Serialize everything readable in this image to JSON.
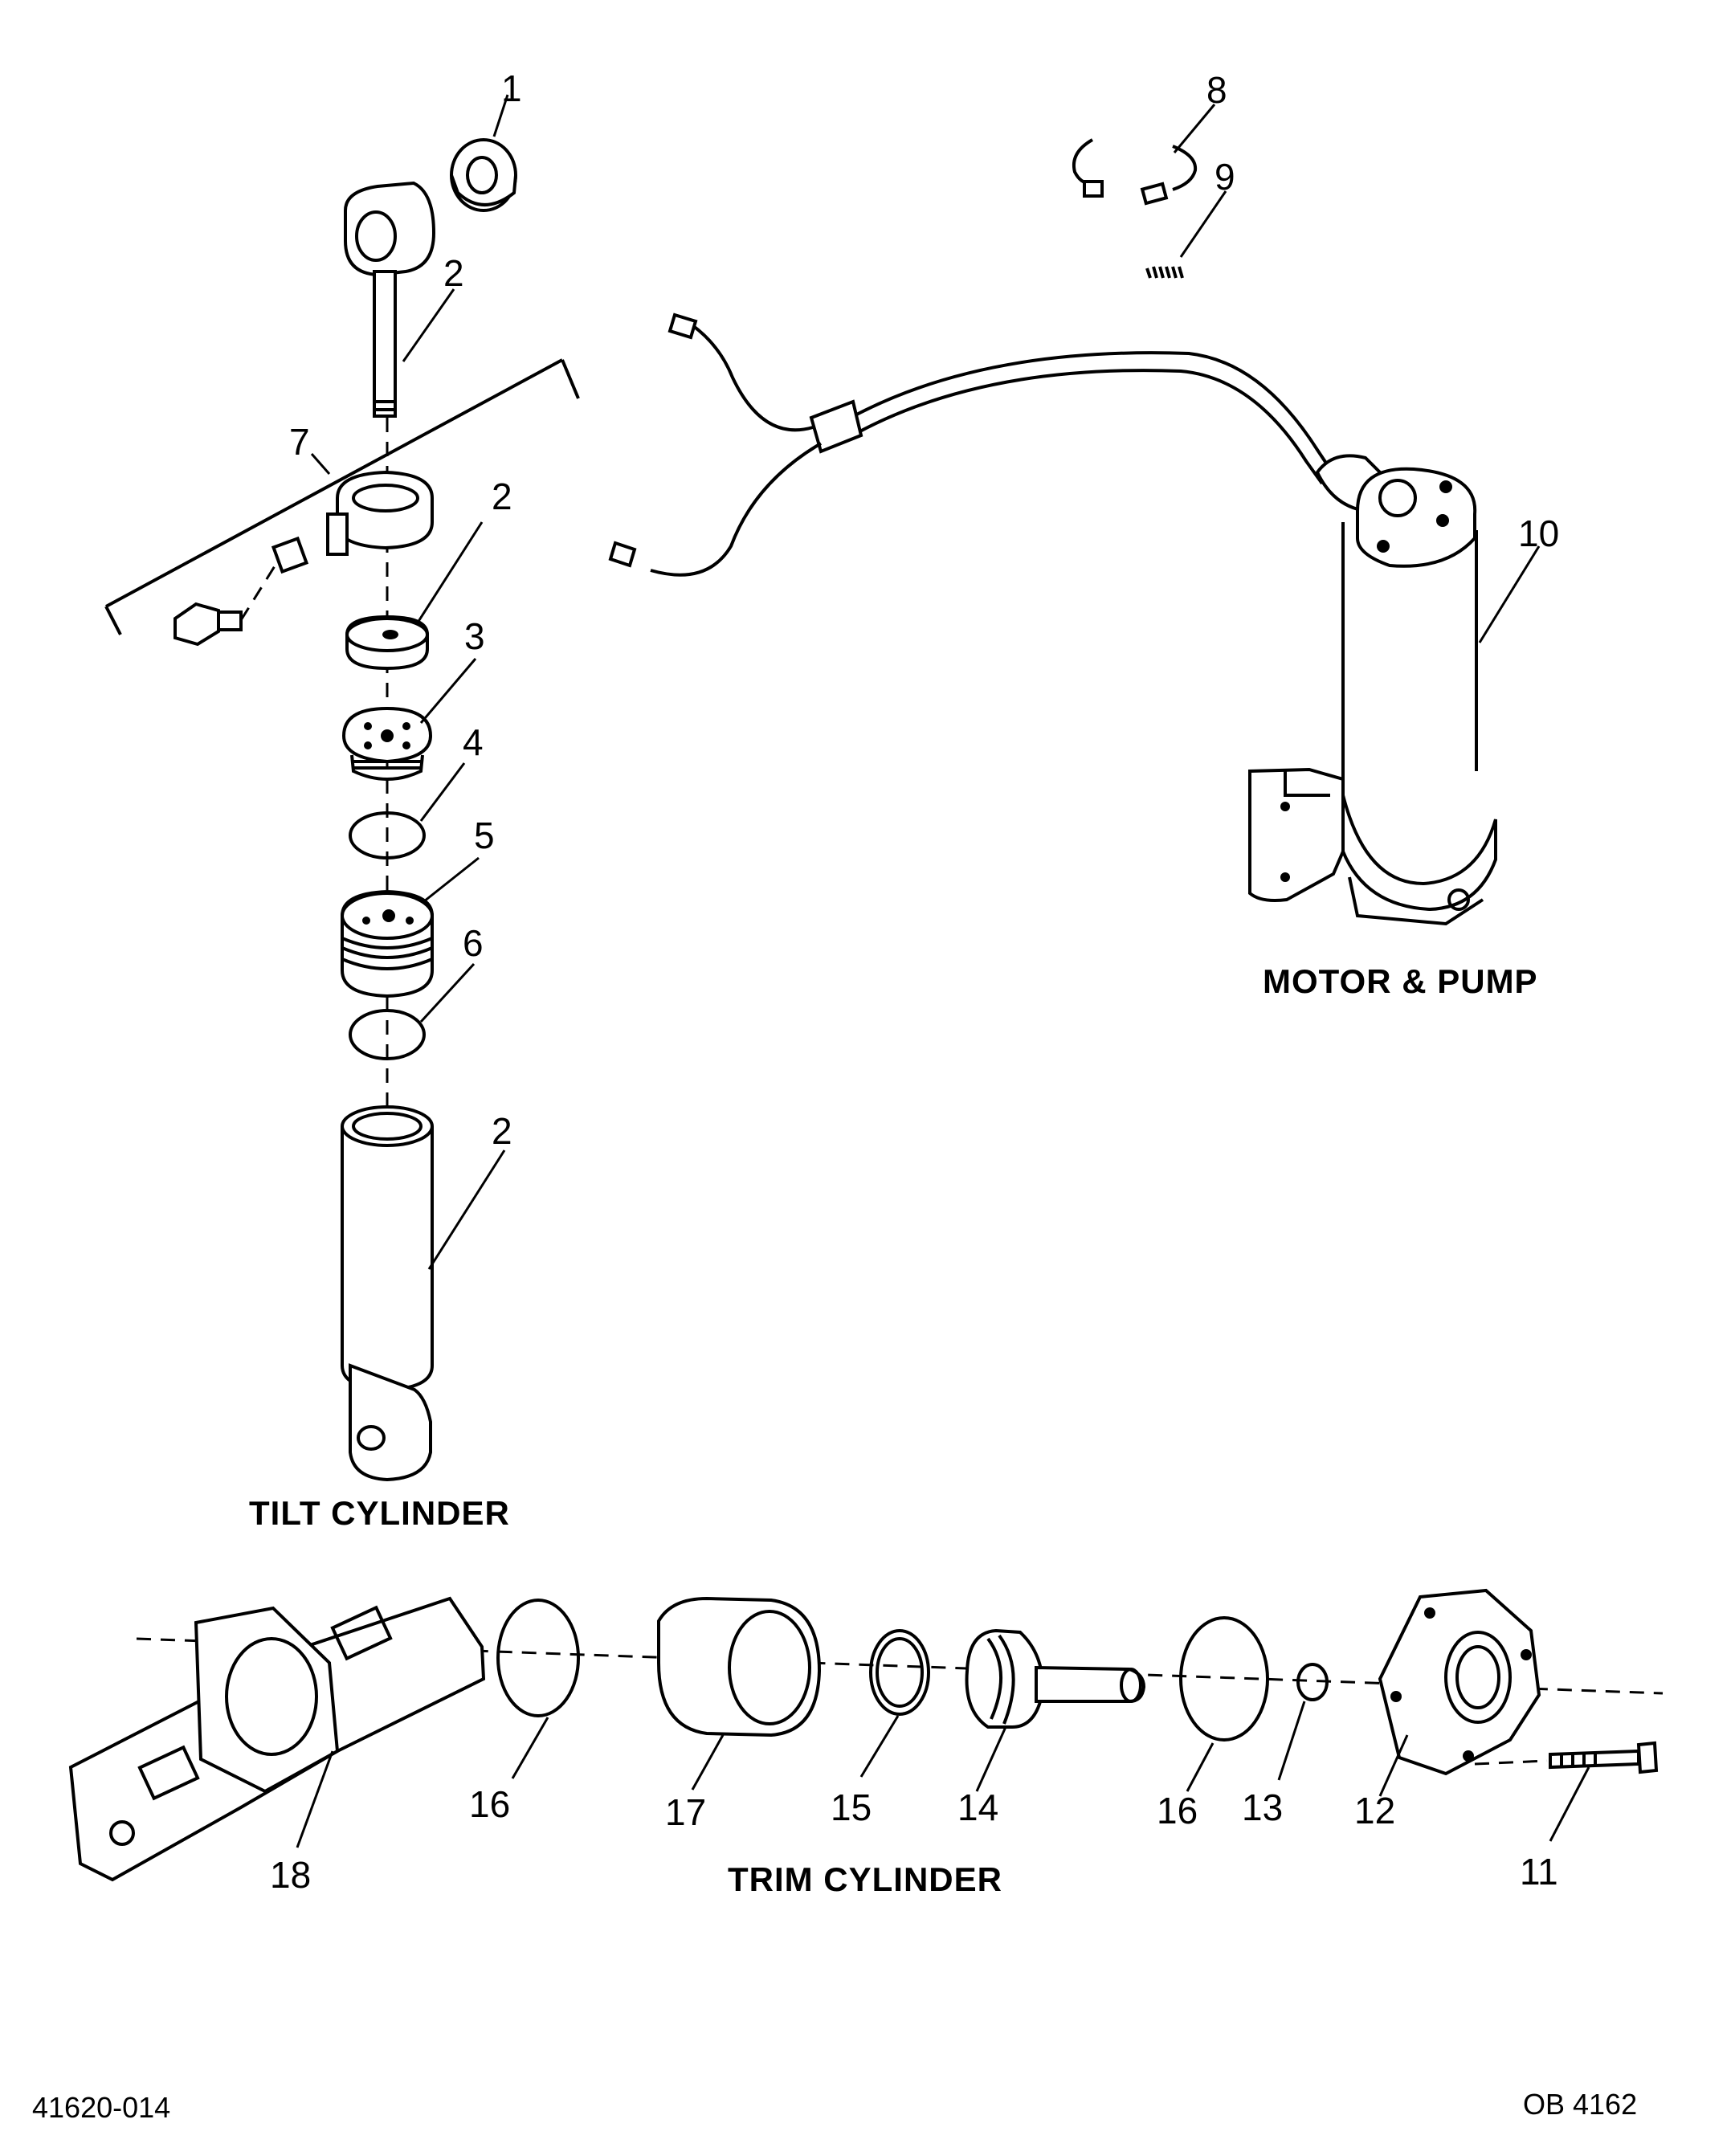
{
  "sections": {
    "tilt": "TILT CYLINDER",
    "motor": "MOTOR & PUMP",
    "trim": "TRIM CYLINDER"
  },
  "callouts": {
    "c1": "1",
    "c2a": "2",
    "c2b": "2",
    "c2c": "2",
    "c3": "3",
    "c4": "4",
    "c5": "5",
    "c6": "6",
    "c7": "7",
    "c8": "8",
    "c9": "9",
    "c10": "10",
    "c11": "11",
    "c12": "12",
    "c13": "13",
    "c14": "14",
    "c15": "15",
    "c16a": "16",
    "c16b": "16",
    "c17": "17",
    "c18": "18"
  },
  "footer": {
    "left": "41620-014",
    "right": "OB 4162"
  }
}
